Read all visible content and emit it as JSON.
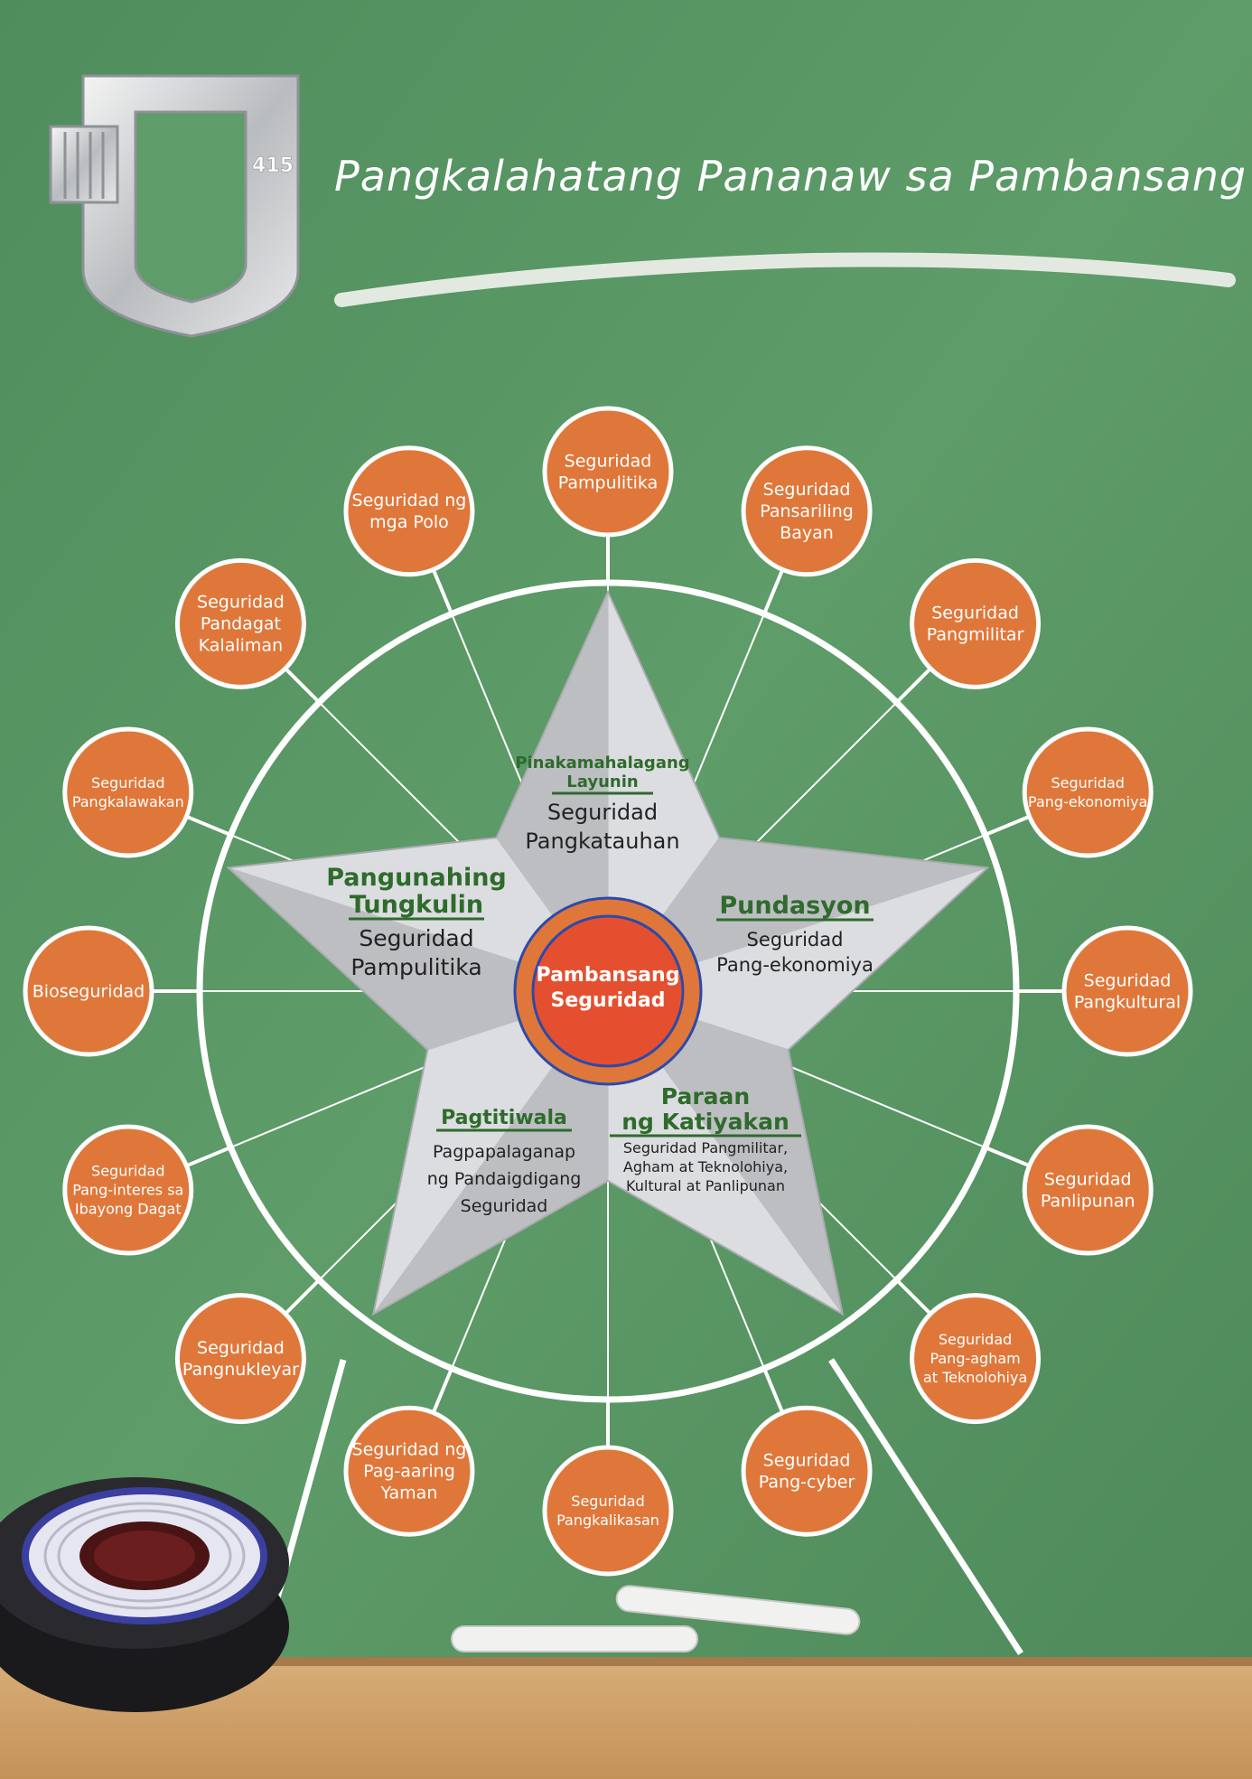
{
  "header": {
    "title": "Pangkalahatang Pananaw sa Pambansang Seguridad",
    "logo_text": "415"
  },
  "colors": {
    "board": "#5d9a68",
    "node_fill": "#e0773a",
    "center_red": "#e4502f",
    "center_ring": "#e0773a",
    "star_light": "#dcdde0",
    "star_dark": "#bdbec2",
    "heading_green": "#2e6b2c",
    "wood": "#cfa26a"
  },
  "center": {
    "lines": [
      "Pambansang",
      "Seguridad"
    ]
  },
  "star_sections": {
    "top": {
      "heading": [
        "Pinakamahalagang",
        "Layunin"
      ],
      "body": [
        "Seguridad",
        "Pangkatauhan"
      ]
    },
    "left": {
      "heading": [
        "Pangunahing",
        "Tungkulin"
      ],
      "body": [
        "Seguridad",
        "Pampulitika"
      ]
    },
    "right": {
      "heading": [
        "Pundasyon"
      ],
      "body": [
        "Seguridad",
        "Pang-ekonomiya"
      ]
    },
    "bottom_left": {
      "heading": [
        "Pagtitiwala"
      ],
      "body": [
        "Pagpapalaganap",
        "ng Pandaigdigang",
        "Seguridad"
      ]
    },
    "bottom_right": {
      "heading": [
        "Paraan",
        "ng Katiyakan"
      ],
      "body": [
        "Seguridad Pangmilitar,",
        "Agham at Teknolohiya,",
        "Kultural at Panlipunan"
      ]
    }
  },
  "nodes": [
    {
      "lines": [
        "Seguridad",
        "Pampulitika"
      ]
    },
    {
      "lines": [
        "Seguridad",
        "Pansariling",
        "Bayan"
      ]
    },
    {
      "lines": [
        "Seguridad",
        "Pangmilitar"
      ]
    },
    {
      "lines": [
        "Seguridad",
        "Pang-ekonomiya"
      ]
    },
    {
      "lines": [
        "Seguridad",
        "Pangkultural"
      ]
    },
    {
      "lines": [
        "Seguridad",
        "Panlipunan"
      ]
    },
    {
      "lines": [
        "Seguridad",
        "Pang-agham",
        "at Teknolohiya"
      ]
    },
    {
      "lines": [
        "Seguridad",
        "Pang-cyber"
      ]
    },
    {
      "lines": [
        "Seguridad",
        "Pangkalikasan"
      ]
    },
    {
      "lines": [
        "Seguridad ng",
        "Pag-aaring",
        "Yaman"
      ]
    },
    {
      "lines": [
        "Seguridad",
        "Pangnukleyar"
      ]
    },
    {
      "lines": [
        "Seguridad",
        "Pang-interes sa",
        "Ibayong Dagat"
      ]
    },
    {
      "lines": [
        "Bioseguridad"
      ]
    },
    {
      "lines": [
        "Seguridad",
        "Pangkalawakan"
      ]
    },
    {
      "lines": [
        "Seguridad",
        "Pandagat",
        "Kalaliman"
      ]
    },
    {
      "lines": [
        "Seguridad ng",
        "mga Polo"
      ]
    }
  ]
}
